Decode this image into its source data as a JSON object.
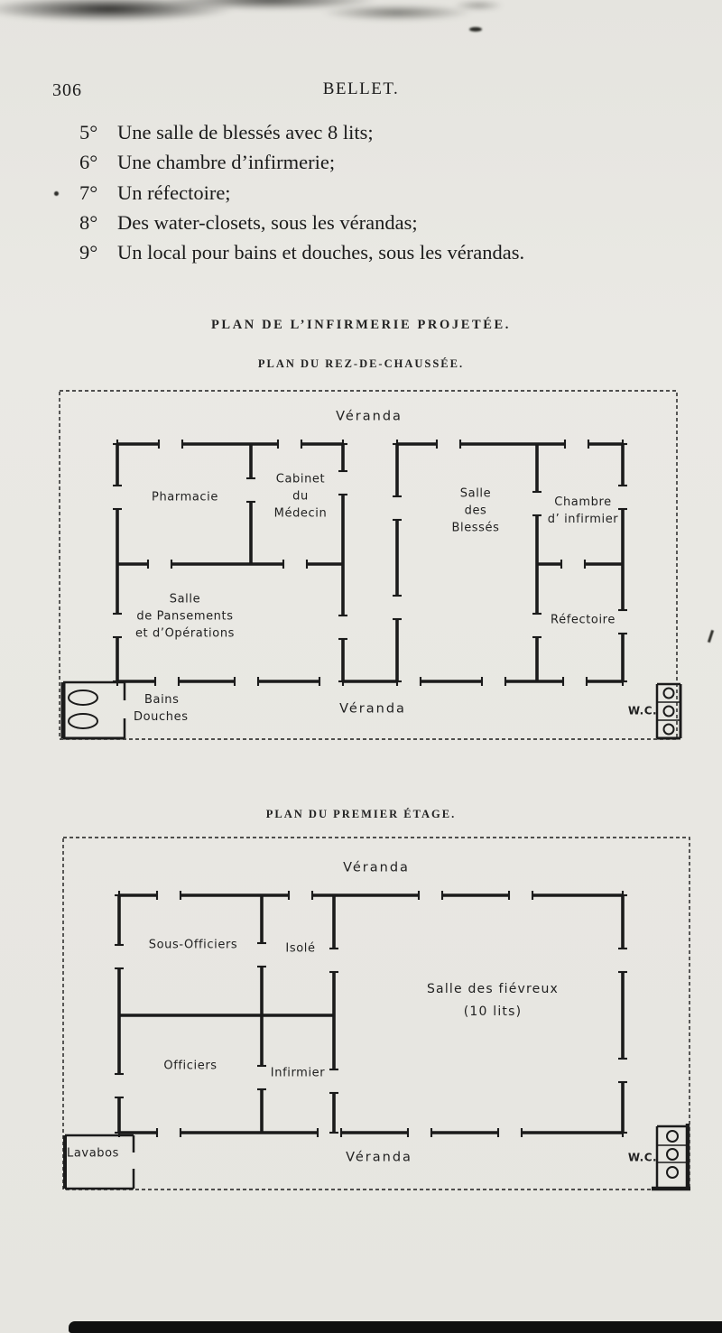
{
  "page": {
    "number": "306",
    "running_head": "BELLET."
  },
  "list": {
    "items": [
      {
        "num": "5°",
        "text": "Une salle de blessés avec 8 lits;"
      },
      {
        "num": "6°",
        "text": "Une chambre d’infirmerie;"
      },
      {
        "num": "7°",
        "text": "Un réfectoire;"
      },
      {
        "num": "8°",
        "text": "Des water-closets, sous les vérandas;"
      },
      {
        "num": "9°",
        "text": "Un local pour bains et douches, sous les vérandas."
      }
    ]
  },
  "titles": {
    "main": "PLAN DE L’INFIRMERIE PROJETÉE.",
    "ground": "PLAN DU REZ-DE-CHAUSSÉE.",
    "first": "PLAN DU PREMIER ÉTAGE."
  },
  "ground_floor": {
    "veranda_top": "Véranda",
    "pharmacie": "Pharmacie",
    "cabinet": "Cabinet\ndu\nMédecin",
    "salle_blesses": "Salle\ndes\nBlessés",
    "chambre_infirmier": "Chambre\nd’ infirmier",
    "salle_pansements": "Salle\nde Pansements\net d’Opérations",
    "refectoire": "Réfectoire",
    "bains": "Bains\nDouches",
    "veranda_bottom": "Véranda",
    "wc": "W.C."
  },
  "first_floor": {
    "veranda_top": "Véranda",
    "sous_officiers": "Sous-Officiers",
    "isole": "Isolé",
    "salle_fievreux": "Salle des fiévreux\n(10 lits)",
    "officiers": "Officiers",
    "infirmier": "Infirmier",
    "lavabos": "Lavabos",
    "veranda_bottom": "Véranda",
    "wc": "W.C."
  },
  "colors": {
    "paper": "#e8e7e2",
    "ink": "#1b1b1b"
  }
}
